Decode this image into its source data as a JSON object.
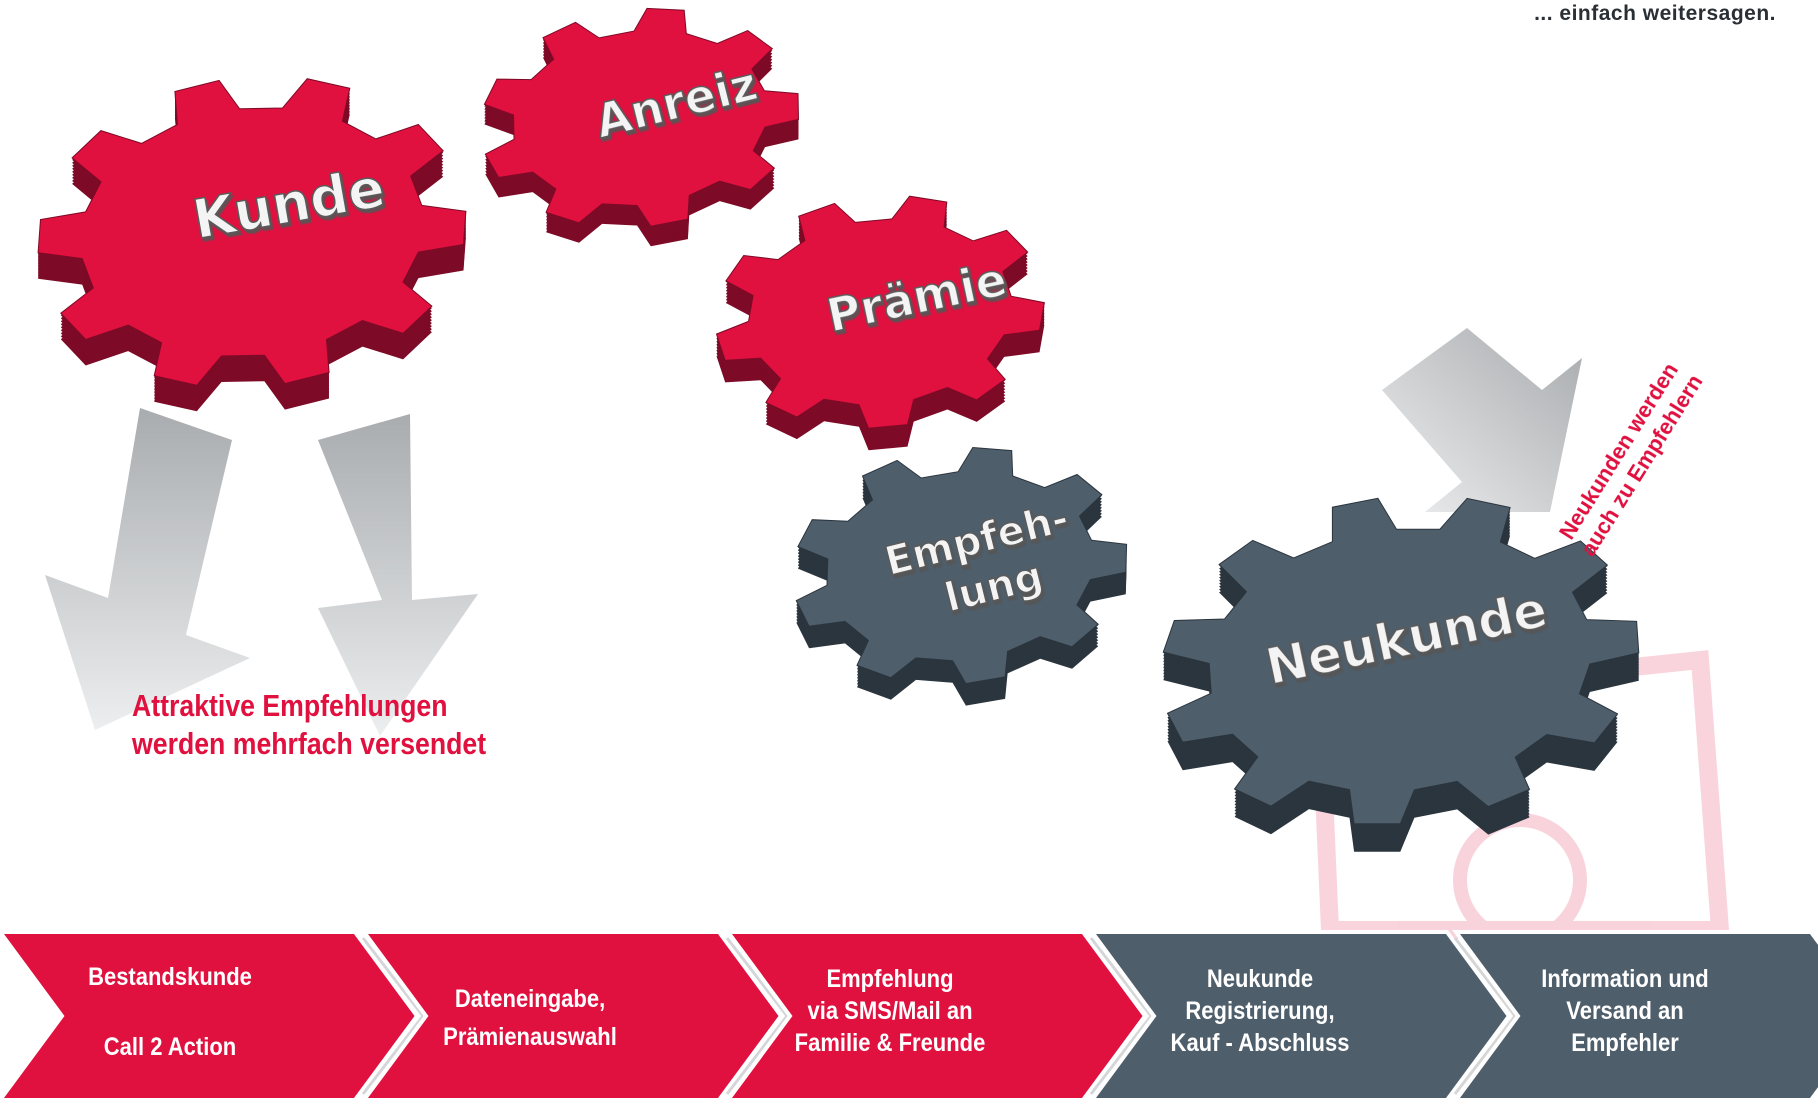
{
  "tagline": "... einfach weitersagen.",
  "gears": {
    "kunde": "Kunde",
    "anreiz": "Anreiz",
    "praemie": "Prämie",
    "empfehlung_line1": "Empfeh-",
    "empfehlung_line2": "lung",
    "neukunde": "Neukunde"
  },
  "notes": {
    "multi_line1": "Attraktive Empfehlungen",
    "multi_line2": "werden mehrfach versendet",
    "arrow_line1": "Neukunden werden",
    "arrow_line2": "auch zu Empfehlern"
  },
  "steps": [
    {
      "line1": "Bestandskunde",
      "line2": "",
      "line3": "Call 2 Action",
      "color": "red"
    },
    {
      "line1": "Dateneingabe,",
      "line2": "Prämienauswahl",
      "line3": "",
      "color": "red"
    },
    {
      "line1": "Empfehlung",
      "line2": "via SMS/Mail an",
      "line3": "Familie & Freunde",
      "color": "red"
    },
    {
      "line1": "Neukunde",
      "line2": "Registrierung,",
      "line3": "Kauf - Abschluss",
      "color": "slate"
    },
    {
      "line1": "Information und",
      "line2": "Versand an",
      "line3": "Empfehler",
      "color": "slate"
    }
  ],
  "colors": {
    "red": "#e0103f",
    "red_dark": "#7d0a26",
    "slate": "#4e5e6b",
    "slate_dark": "#2b353e",
    "arrow_grey": "#c7c9cb"
  }
}
